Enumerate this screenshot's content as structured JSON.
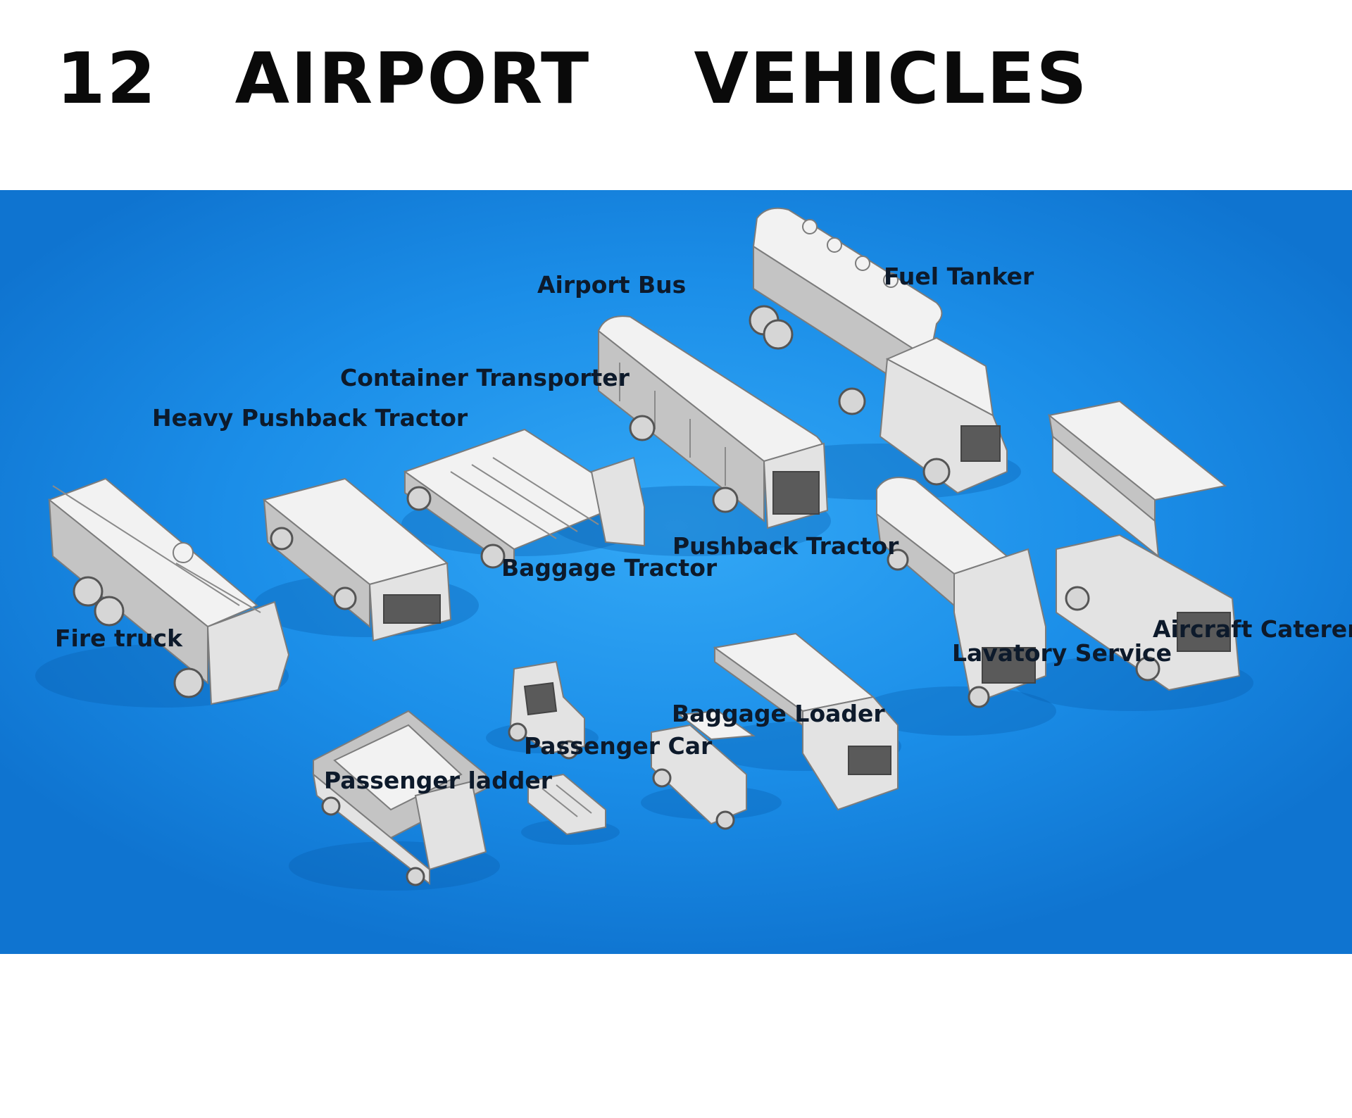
{
  "title": "12   AIRPORT    VEHICLES",
  "colors": {
    "panel": "#1b8ee8",
    "vehicle": "#e3e3e3",
    "label": "#0d1a2b",
    "title": "#0a0a0a"
  },
  "labels": {
    "airport_bus": "Airport Bus",
    "fuel_tanker": "Fuel Tanker",
    "container_transporter": "Container Transporter",
    "heavy_pushback_tractor": "Heavy Pushback Tractor",
    "fire_truck": "Fire truck",
    "pushback_tractor": "Pushback Tractor",
    "baggage_tractor": "Baggage Tractor",
    "aircraft_caterer": "Aircraft Caterer",
    "lavatory_service": "Lavatory Service",
    "baggage_loader": "Baggage Loader",
    "passenger_car": "Passenger Car",
    "passenger_ladder": "Passenger ladder"
  }
}
